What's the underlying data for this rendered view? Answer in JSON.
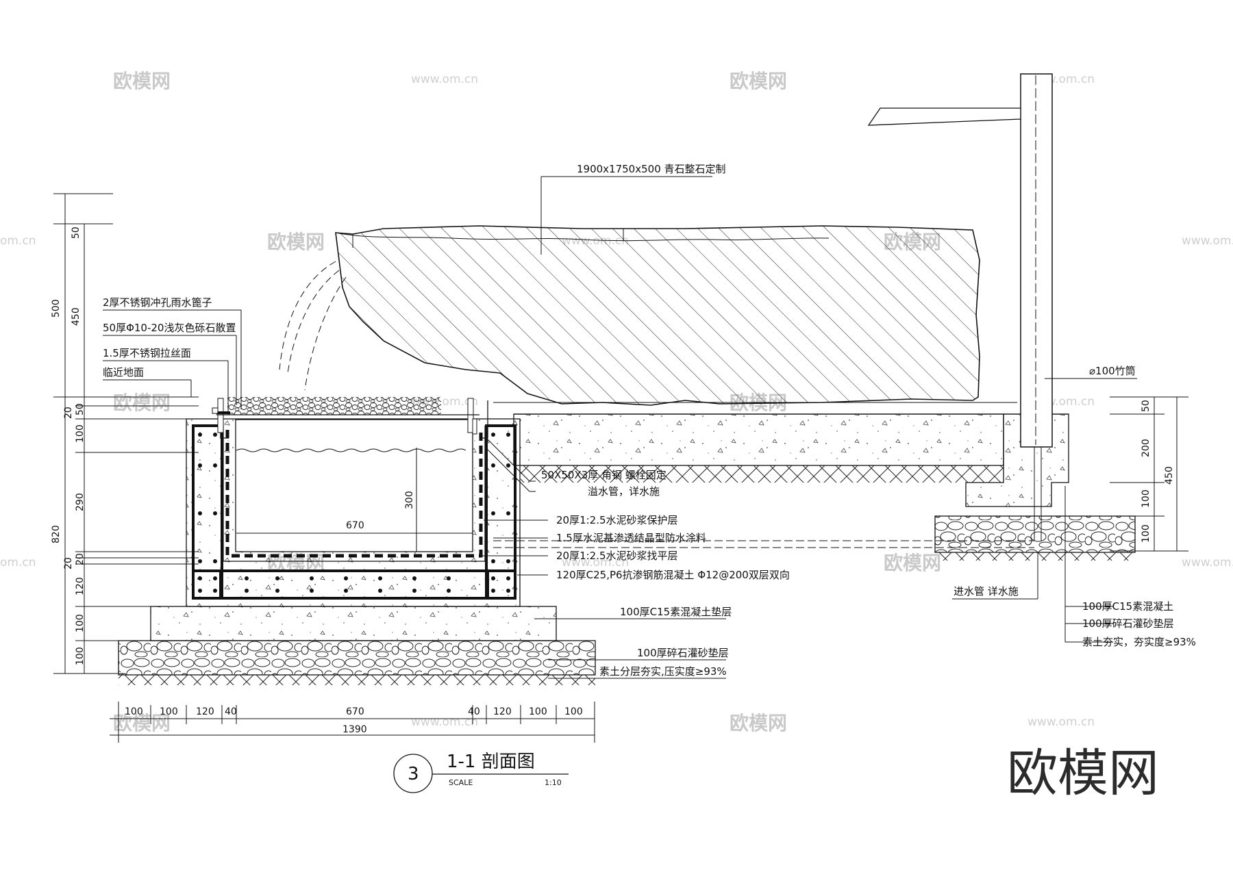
{
  "drawing_title": "1-1  剖面图",
  "drawing_number": "3",
  "scale_label": "SCALE",
  "scale_value": "1:10",
  "watermark_big": "欧模网",
  "watermark_small": "欧模网",
  "watermark_url": "www.om.cn",
  "watermark_url_partial": "om.cn",
  "labels": {
    "stone": "1900x1750x500  青石整石定制",
    "grate": "2厚不锈钢冲孔雨水篦子",
    "gravel": "50厚Φ10-20浅灰色砾石散置",
    "brushed": "1.5厚不锈钢拉丝面",
    "adjacent_ground": "临近地面",
    "bamboo": "⌀100竹筒",
    "angle_steel": "50X50X3厚 角钢 螺栓固定",
    "overflow": "溢水管，详水施",
    "mortar_protect": "20厚1:2.5水泥砂浆保护层",
    "waterproof": "1.5厚水泥基渗透结晶型防水涂料",
    "mortar_level": "20厚1:2.5水泥砂浆找平层",
    "concrete": "120厚C25,P6抗渗钢筋混凝土 Φ12@200双层双向",
    "c15_pad": "100厚C15素混凝土垫层",
    "gravel_pad": "100厚碎石灌砂垫层",
    "soil": "素土分层夯实,压实度≥93%",
    "inlet": "进水管  详水施",
    "r_c15": "100厚C15素混凝土",
    "r_gravel": "100厚碎石灌砂垫层",
    "r_soil": "素土夯实，夯实度≥93%"
  },
  "dims": {
    "left_500": "500",
    "left_50": "50",
    "left_450": "450",
    "left_820": "820",
    "left_20a": "20",
    "left_50b": "50",
    "left_100a": "100",
    "left_290": "290",
    "left_20b": "20",
    "left_20c": "20",
    "left_120": "120",
    "left_100b": "100",
    "left_100c": "100",
    "inner_300": "300",
    "inner_670": "670",
    "bottom": [
      "100",
      "100",
      "120",
      "40",
      "670",
      "40",
      "120",
      "100",
      "100"
    ],
    "bottom_total": "1390",
    "right_50": "50",
    "right_200": "200",
    "right_100a": "100",
    "right_100b": "100",
    "right_450": "450"
  }
}
